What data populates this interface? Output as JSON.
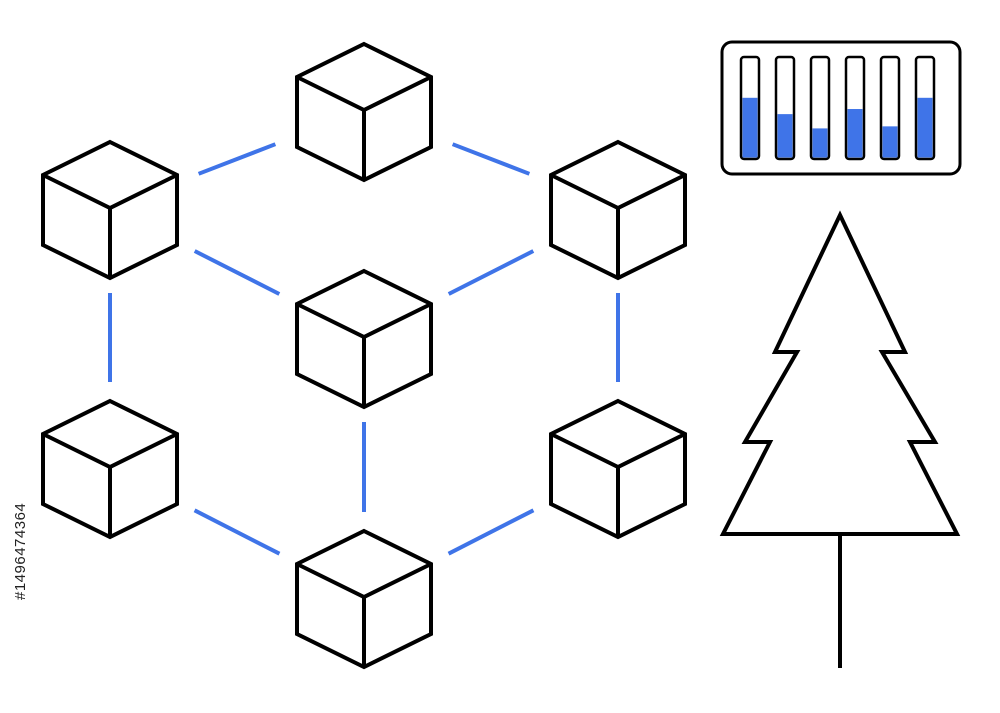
{
  "illustration": {
    "colors": {
      "stroke": "#000000",
      "accent": "#3f74e8",
      "background": "#ffffff"
    },
    "network": {
      "blocks": [
        {
          "id": "top",
          "icon": "cube-icon"
        },
        {
          "id": "upper-left",
          "icon": "cube-icon"
        },
        {
          "id": "upper-right",
          "icon": "cube-icon"
        },
        {
          "id": "center",
          "icon": "cube-icon"
        },
        {
          "id": "lower-left",
          "icon": "cube-icon"
        },
        {
          "id": "lower-right",
          "icon": "cube-icon"
        },
        {
          "id": "bottom",
          "icon": "cube-icon"
        }
      ],
      "links": [
        [
          "upper-left",
          "top"
        ],
        [
          "top",
          "upper-right"
        ],
        [
          "upper-left",
          "center"
        ],
        [
          "center",
          "upper-right"
        ],
        [
          "upper-left",
          "lower-left"
        ],
        [
          "upper-right",
          "lower-right"
        ],
        [
          "center",
          "bottom"
        ],
        [
          "lower-left",
          "bottom"
        ],
        [
          "bottom",
          "lower-right"
        ]
      ]
    },
    "equalizer": {
      "icon": "equalizer-panel-icon",
      "levels": [
        0.6,
        0.44,
        0.3,
        0.49,
        0.32,
        0.6
      ]
    },
    "tree": {
      "icon": "pine-tree-icon"
    }
  },
  "watermark": {
    "id_text": "#1496474364"
  }
}
